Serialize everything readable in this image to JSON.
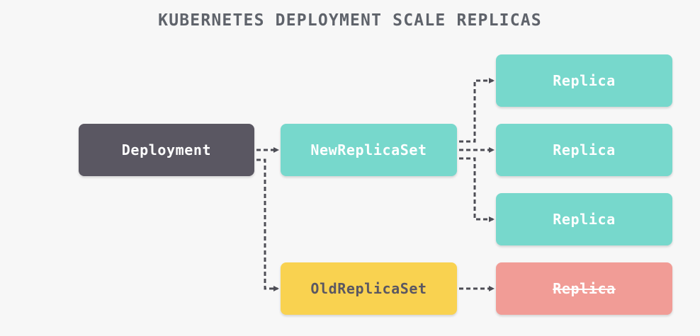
{
  "title": "KUBERNETES DEPLOYMENT SCALE REPLICAS",
  "nodes": {
    "deployment": "Deployment",
    "new_replica_set": "NewReplicaSet",
    "old_replica_set": "OldReplicaSet",
    "replicas": [
      "Replica",
      "Replica",
      "Replica"
    ],
    "removed_replica": "Replica"
  },
  "colors": {
    "deployment": "#5a5762",
    "new_replica_set": "#77d8cc",
    "old_replica_set": "#f9d250",
    "replica": "#77d8cc",
    "removed_replica": "#f19c96",
    "connector": "#4d4d55"
  },
  "removed_replica_struck_through": true
}
